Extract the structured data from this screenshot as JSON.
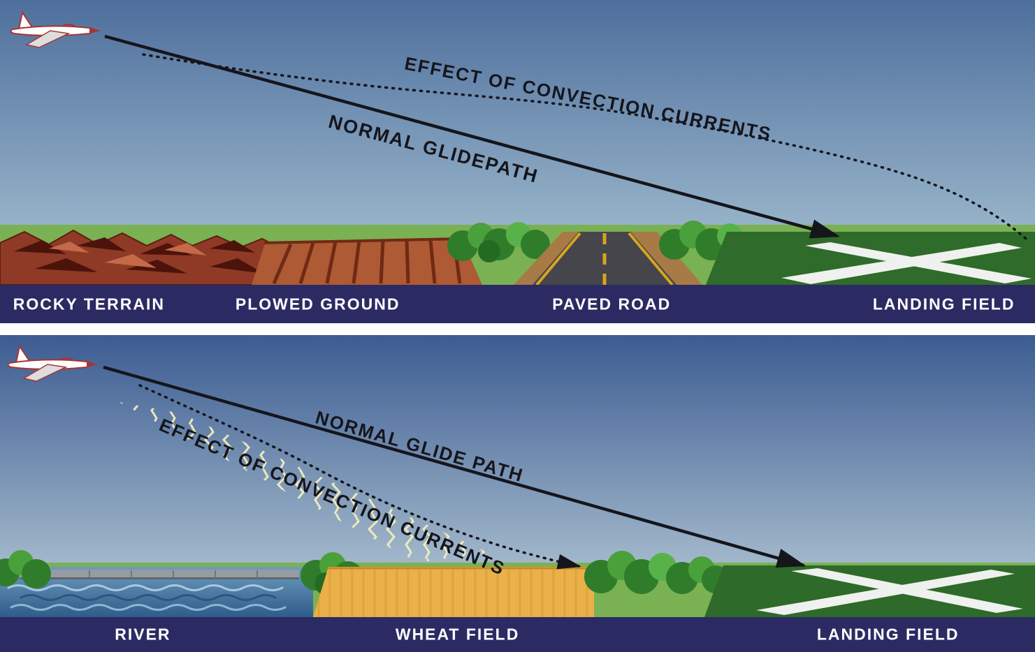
{
  "panels": [
    {
      "id": "varied-terrain",
      "normal_path_label": "NORMAL GLIDEPATH",
      "convection_label": "EFFECT OF CONVECTION CURRENTS",
      "ground_labels": [
        "ROCKY TERRAIN",
        "PLOWED GROUND",
        "PAVED ROAD",
        "LANDING FIELD"
      ]
    },
    {
      "id": "river-wheat",
      "normal_path_label": "NORMAL GLIDE PATH",
      "convection_label": "EFFECT OF CONVECTION CURRENTS",
      "ground_labels": [
        "RIVER",
        "WHEAT FIELD",
        "LANDING FIELD"
      ]
    }
  ],
  "colors": {
    "label_bar": "#2c2a63",
    "label_text": "#ffffff",
    "glide_line": "#15151c",
    "sky_top_panel1": "#4e6f9d",
    "sky_top_panel2": "#3c5c92",
    "sky_horizon": "#aec7d5",
    "landing_field_green": "#2f6b2a",
    "wheat_gold": "#eab04a",
    "river_blue": "#35628f"
  }
}
